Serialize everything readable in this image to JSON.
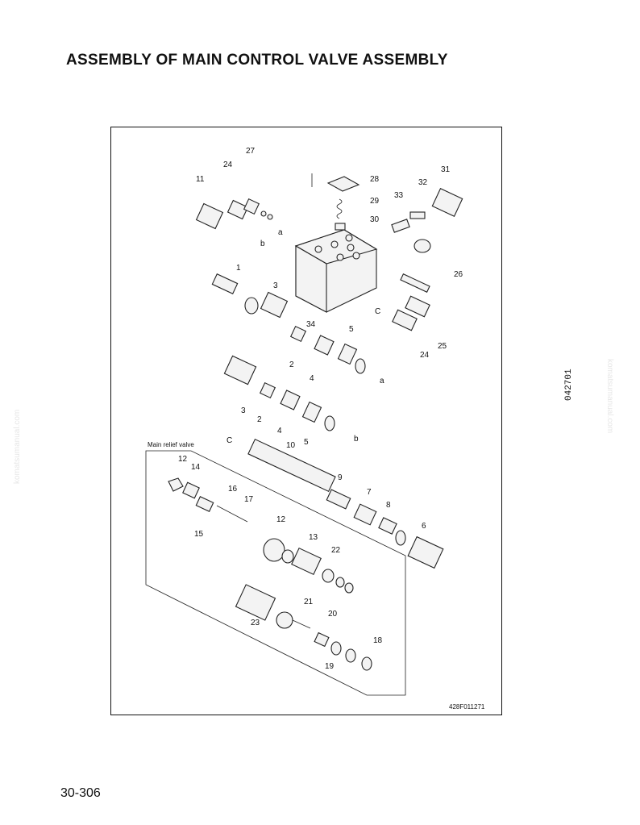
{
  "page": {
    "title": "ASSEMBLY OF MAIN CONTROL VALVE ASSEMBLY",
    "page_number": "30-306",
    "side_code": "042701",
    "watermark": "komatsumanual.com"
  },
  "diagram": {
    "figure_id": "428F011271",
    "section_label": "Main relief valve",
    "arrow_labels": [
      "a",
      "b",
      "C"
    ],
    "callouts": [
      "1",
      "2",
      "3",
      "4",
      "5",
      "6",
      "7",
      "8",
      "9",
      "10",
      "11",
      "12",
      "13",
      "14",
      "15",
      "16",
      "17",
      "18",
      "19",
      "20",
      "21",
      "22",
      "23",
      "24",
      "25",
      "26",
      "27",
      "28",
      "29",
      "30",
      "31",
      "32",
      "33",
      "34"
    ]
  }
}
